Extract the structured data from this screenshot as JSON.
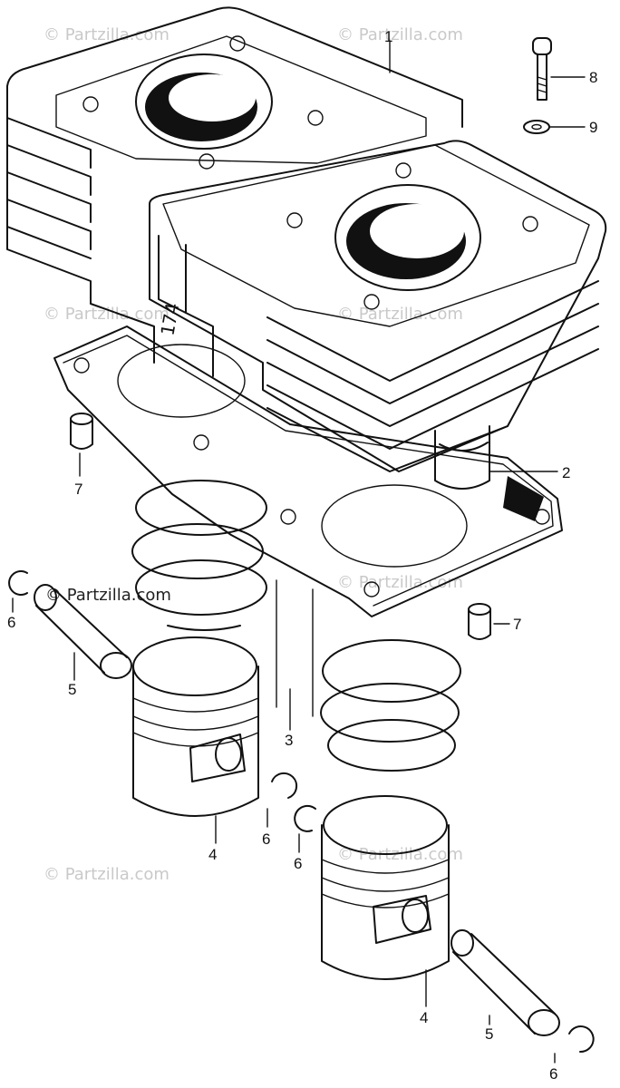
{
  "watermark": "© Partzilla.com",
  "callouts": {
    "c1": "1",
    "c2": "2",
    "c3": "3",
    "c4a": "4",
    "c4b": "4",
    "c5a": "5",
    "c5b": "5",
    "c6a": "6",
    "c6b": "6",
    "c6c": "6",
    "c6d": "6",
    "c7a": "7",
    "c7b": "7",
    "c8": "8",
    "c9": "9"
  },
  "casting_mark": "174"
}
